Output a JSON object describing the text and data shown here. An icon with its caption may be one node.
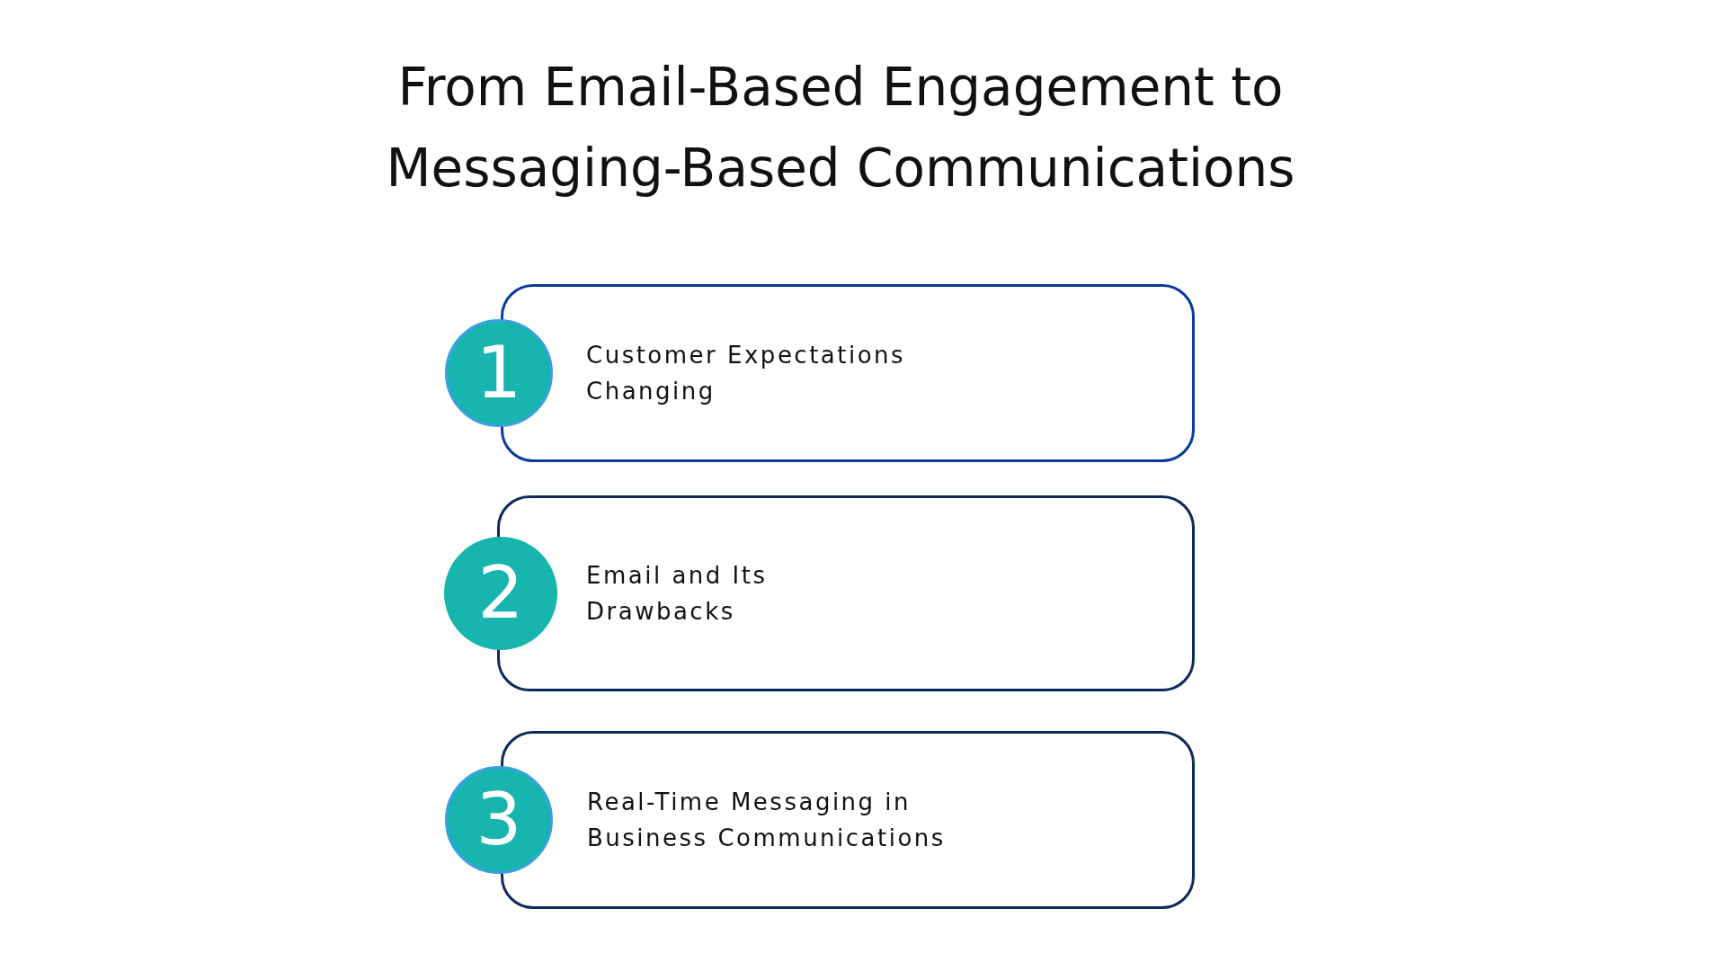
{
  "diagram": {
    "title": "From Email-Based Engagement to Messaging-Based Communications",
    "nodes": [
      {
        "text": [
          "1"
        ]
      },
      {
        "text": [
          "Customer Expectations Changing"
        ]
      },
      {
        "text": [
          "2"
        ]
      },
      {
        "text": [
          "Email and Its Drawbacks"
        ]
      },
      {
        "text": [
          "3"
        ]
      },
      {
        "text": [
          "Real-Time Messaging in Business Communications"
        ]
      }
    ]
  }
}
